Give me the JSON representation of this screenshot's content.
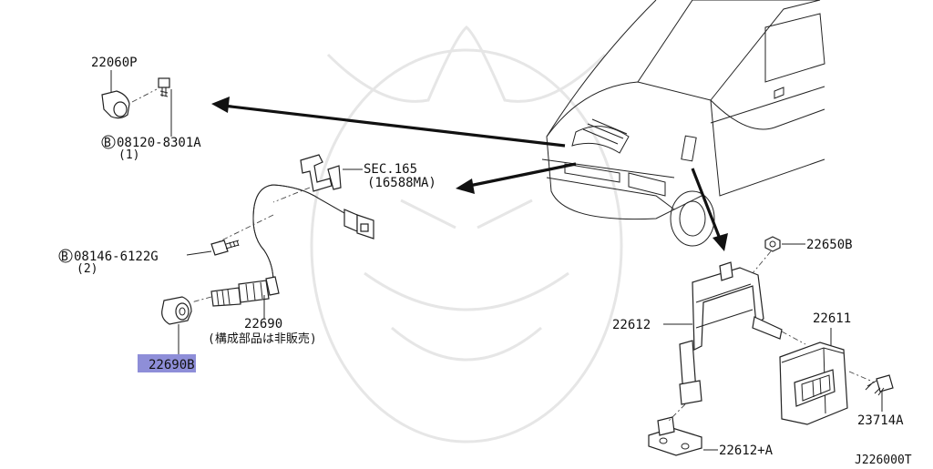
{
  "labels": {
    "p22060P": "22060P",
    "p08120": "08120-8301A",
    "p08120_qty": "(1)",
    "sec165": "SEC.165",
    "sec165_ref": "(16588MA)",
    "p08146": "08146-6122G",
    "p08146_qty": "(2)",
    "p22690": "22690",
    "p22690_note": "(構成部品は非販売)",
    "p22690B": "22690B",
    "p22650B": "22650B",
    "p22612": "22612",
    "p22611": "22611",
    "p23714A": "23714A",
    "p22612A": "22612+A",
    "diagram_code": "J226000T",
    "bolt_prefix": "B"
  },
  "highlight_color": "#8e8ed8",
  "icons": [
    "bolt-b-circle-icon"
  ]
}
